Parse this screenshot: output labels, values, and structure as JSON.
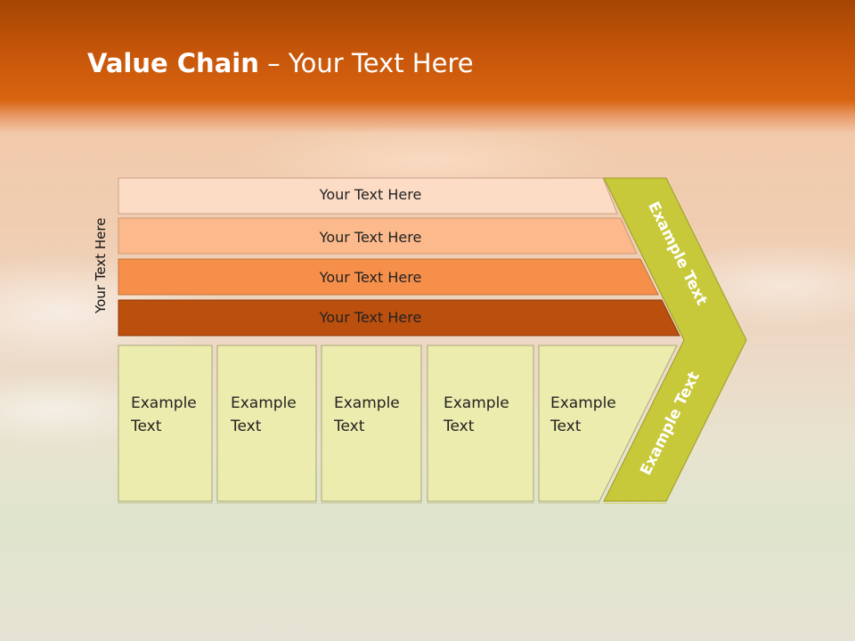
{
  "slide": {
    "title_bold": "Value Chain",
    "title_rest": " – Your Text Here",
    "side_label": "Your Text Here"
  },
  "bands": [
    {
      "label": "Your Text Here",
      "color": "#fddcc6"
    },
    {
      "label": "Your Text Here",
      "color": "#fbb98c"
    },
    {
      "label": "Your Text Here",
      "color": "#f68f4a"
    },
    {
      "label": "Your Text Here",
      "color": "#bb4f0e"
    }
  ],
  "cells": [
    {
      "line1": "Example",
      "line2": "Text"
    },
    {
      "line1": "Example",
      "line2": "Text"
    },
    {
      "line1": "Example",
      "line2": "Text"
    },
    {
      "line1": "Example",
      "line2": "Text"
    },
    {
      "line1": "Example",
      "line2": "Text"
    }
  ],
  "arrow": {
    "upper_label": "Example Text",
    "lower_label": "Example Text",
    "color": "#c8c93a"
  },
  "colors": {
    "header": "#c7560a",
    "cell_fill": "#ececae"
  }
}
